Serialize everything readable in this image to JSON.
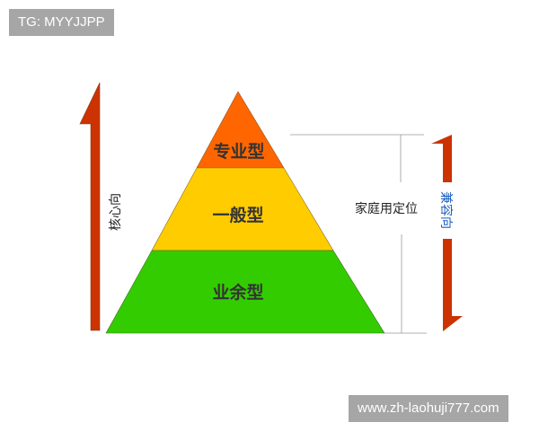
{
  "watermark_top": "TG: MYYJJPP",
  "watermark_bottom": "www.zh-laohuji777.com",
  "pyramid": {
    "tiers": [
      {
        "label": "专业型",
        "color": "#ff6600"
      },
      {
        "label": "一般型",
        "color": "#ffcc00"
      },
      {
        "label": "业余型",
        "color": "#33cc00"
      }
    ]
  },
  "left_arrow": {
    "label": "核心向",
    "color": "#cc3300"
  },
  "right_arrow": {
    "label": "兼容向",
    "color": "#cc3300",
    "label_color": "#1a5fbf"
  },
  "bracket_label": "家庭用定位"
}
